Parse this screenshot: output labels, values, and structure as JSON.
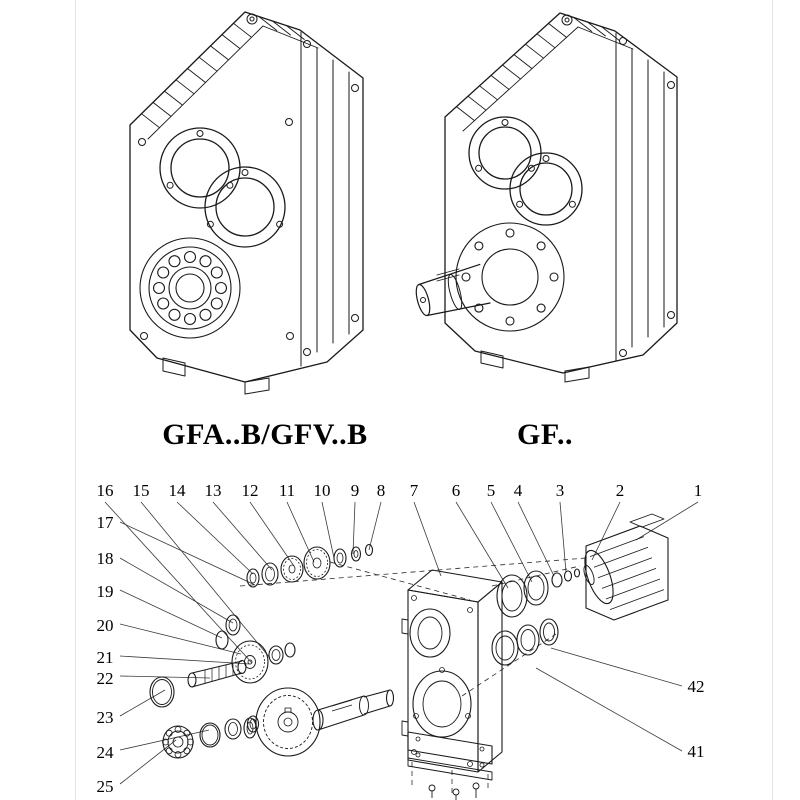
{
  "page": {
    "background": "#ffffff",
    "line_color": "#1a1a1a",
    "leader_color": "#3a3a3a"
  },
  "products": {
    "left": {
      "label": "GFA..B/GFV..B",
      "description": "parallel shaft helical gear reducer, flange/foot mounted, front isometric view"
    },
    "right": {
      "label": "GF..",
      "description": "parallel shaft helical gear reducer with solid output shaft, isometric view"
    }
  },
  "exploded": {
    "callouts_top": [
      "16",
      "15",
      "14",
      "13",
      "12",
      "11",
      "10",
      "9",
      "8",
      "7",
      "6",
      "5",
      "4",
      "3",
      "2",
      "1"
    ],
    "callouts_left": [
      "17",
      "18",
      "19",
      "20",
      "21",
      "22",
      "23",
      "24",
      "25"
    ],
    "callouts_right": [
      "42",
      "41"
    ]
  }
}
